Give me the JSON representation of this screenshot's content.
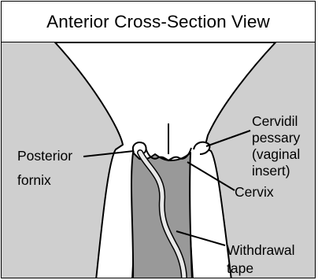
{
  "title": "Anterior Cross-Section View",
  "labels": {
    "posterior": [
      "Posterior",
      "fornix"
    ],
    "cervidil": [
      "Cervidil",
      "pessary",
      "(vaginal",
      "insert)"
    ],
    "cervix": "Cervix",
    "tape": [
      "Withdrawal",
      "tape"
    ]
  },
  "colors": {
    "tissue": "#cfcfcf",
    "canal": "#999999",
    "wall": "#ffffff",
    "outline": "#000000"
  }
}
